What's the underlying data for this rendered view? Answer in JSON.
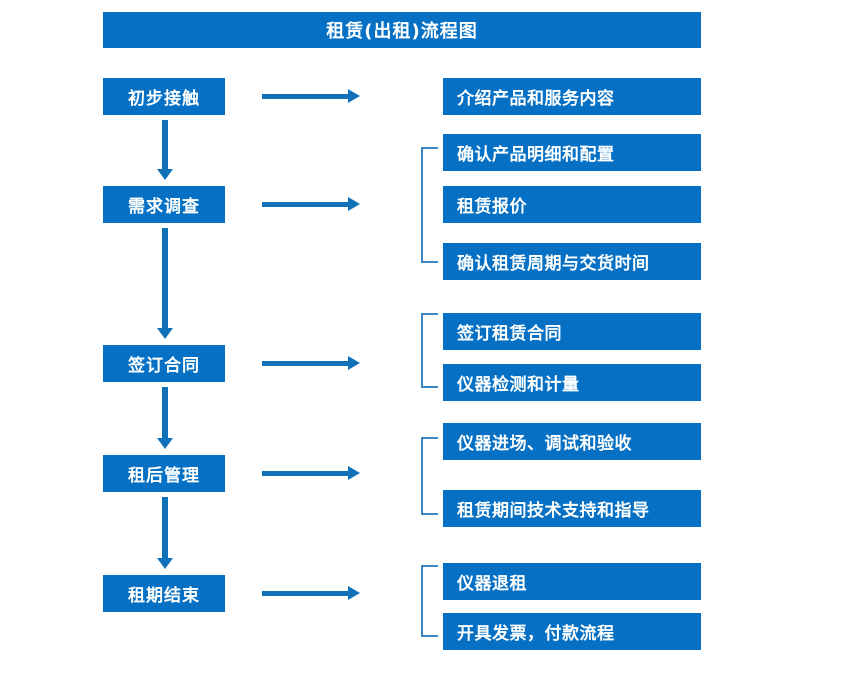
{
  "diagram": {
    "title": "租赁(出租)流程图",
    "theme": {
      "box_fill": "#0671C4",
      "box_text": "#FFFFFF",
      "arrow": "#1071B8",
      "bracket": "#3C84C8",
      "background": "#FFFFFF"
    },
    "stages": [
      {
        "id": "stage-1",
        "label": "初步接触"
      },
      {
        "id": "stage-2",
        "label": "需求调查"
      },
      {
        "id": "stage-3",
        "label": "签订合同"
      },
      {
        "id": "stage-4",
        "label": "租后管理"
      },
      {
        "id": "stage-5",
        "label": "租期结束"
      }
    ],
    "tasks": [
      {
        "id": "task-1",
        "label": "介绍产品和服务内容"
      },
      {
        "id": "task-2",
        "label": "确认产品明细和配置"
      },
      {
        "id": "task-3",
        "label": "租赁报价"
      },
      {
        "id": "task-4",
        "label": "确认租赁周期与交货时间"
      },
      {
        "id": "task-5",
        "label": "签订租赁合同"
      },
      {
        "id": "task-6",
        "label": "仪器检测和计量"
      },
      {
        "id": "task-7",
        "label": "仪器进场、调试和验收"
      },
      {
        "id": "task-8",
        "label": "租赁期间技术支持和指导"
      },
      {
        "id": "task-9",
        "label": "仪器退租"
      },
      {
        "id": "task-10",
        "label": "开具发票，付款流程"
      }
    ],
    "connectors": {
      "stage_to_stage": [
        "初步接触→需求调查",
        "需求调查→签订合同",
        "签订合同→租后管理",
        "租后管理→租期结束"
      ],
      "stage_to_tasks": [
        "初步接触→介绍产品和服务内容",
        "需求调查→需求任务组",
        "签订合同→合同任务组",
        "租后管理→租后任务组",
        "租期结束→结束任务组"
      ]
    },
    "groups": [
      {
        "id": "group-1",
        "members": [
          "确认产品明细和配置",
          "租赁报价",
          "确认租赁周期与交货时间"
        ]
      },
      {
        "id": "group-2",
        "members": [
          "签订租赁合同",
          "仪器检测和计量"
        ]
      },
      {
        "id": "group-3",
        "members": [
          "仪器进场、调试和验收",
          "租赁期间技术支持和指导"
        ]
      },
      {
        "id": "group-4",
        "members": [
          "仪器退租",
          "开具发票，付款流程"
        ]
      }
    ]
  }
}
